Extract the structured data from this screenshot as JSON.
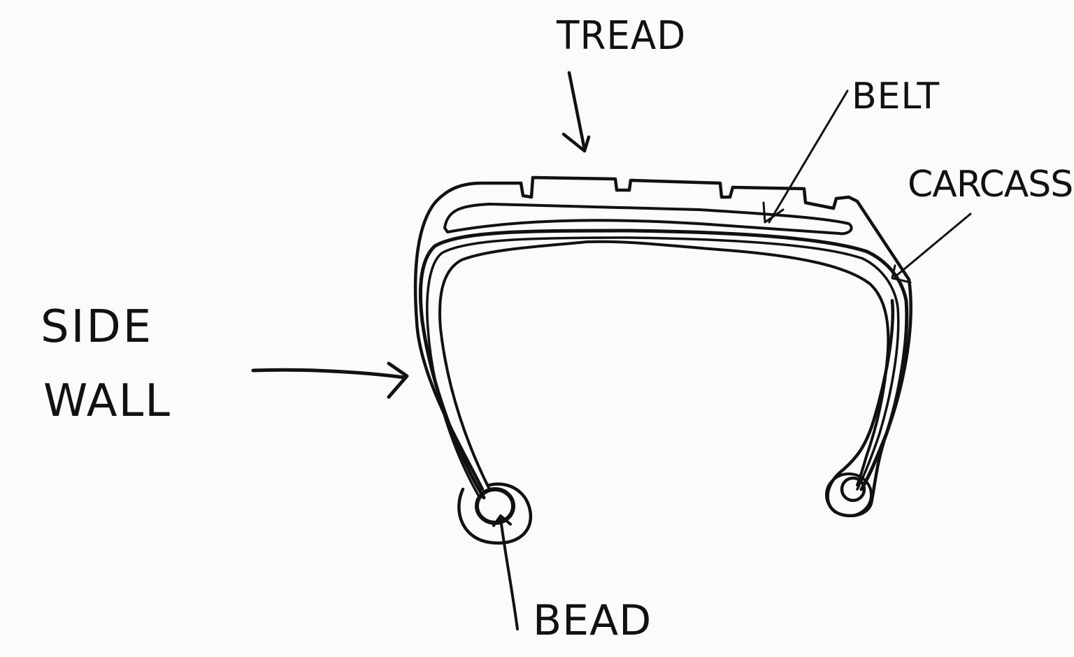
{
  "diagram": {
    "subject": "Tire cross-section (hand-drawn sketch)",
    "background_color": "#fbfbf9",
    "ink_color": "#111111",
    "labels": {
      "tread": "TREAD",
      "belt": "BELT",
      "carcass": "CARCASS",
      "side_wall_line1": "SIDE",
      "side_wall_line2": "WALL",
      "bead": "BEAD"
    },
    "parts": [
      {
        "name": "tread",
        "label": "TREAD",
        "pointer": "arrow pointing down onto the grooved top surface"
      },
      {
        "name": "belt",
        "label": "BELT",
        "pointer": "arrow pointing to the inner band beneath the tread"
      },
      {
        "name": "carcass",
        "label": "CARCASS",
        "pointer": "arrow pointing to the inner ply on the right shoulder"
      },
      {
        "name": "side-wall",
        "label": "SIDE WALL",
        "pointer": "arrow pointing right to the left sidewall"
      },
      {
        "name": "bead",
        "label": "BEAD",
        "pointer": "line pointing up to the left bead ring"
      }
    ]
  }
}
